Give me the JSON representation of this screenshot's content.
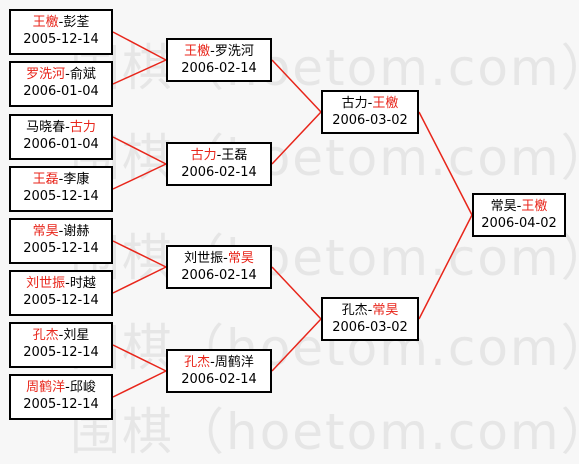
{
  "watermark": "围棋（hoetom.com）",
  "colors": {
    "winner": "#e8261b",
    "text": "#000000",
    "line": "#e8261b",
    "border": "#000000"
  },
  "matches": [
    {
      "id": "r1m1",
      "round": 1,
      "p1": "王檄",
      "p2": "彭荃",
      "winner": 1,
      "date": "2005-12-14"
    },
    {
      "id": "r1m2",
      "round": 1,
      "p1": "罗洗河",
      "p2": "俞斌",
      "winner": 1,
      "date": "2006-01-04"
    },
    {
      "id": "r1m3",
      "round": 1,
      "p1": "马晓春",
      "p2": "古力",
      "winner": 2,
      "date": "2006-01-04"
    },
    {
      "id": "r1m4",
      "round": 1,
      "p1": "王磊",
      "p2": "李康",
      "winner": 1,
      "date": "2005-12-14"
    },
    {
      "id": "r1m5",
      "round": 1,
      "p1": "常昊",
      "p2": "谢赫",
      "winner": 1,
      "date": "2005-12-14"
    },
    {
      "id": "r1m6",
      "round": 1,
      "p1": "刘世振",
      "p2": "时越",
      "winner": 1,
      "date": "2005-12-14"
    },
    {
      "id": "r1m7",
      "round": 1,
      "p1": "孔杰",
      "p2": "刘星",
      "winner": 1,
      "date": "2005-12-14"
    },
    {
      "id": "r1m8",
      "round": 1,
      "p1": "周鹤洋",
      "p2": "邱峻",
      "winner": 1,
      "date": "2005-12-14"
    },
    {
      "id": "r2m1",
      "round": 2,
      "p1": "王檄",
      "p2": "罗洗河",
      "winner": 1,
      "date": "2006-02-14"
    },
    {
      "id": "r2m2",
      "round": 2,
      "p1": "古力",
      "p2": "王磊",
      "winner": 1,
      "date": "2006-02-14"
    },
    {
      "id": "r2m3",
      "round": 2,
      "p1": "刘世振",
      "p2": "常昊",
      "winner": 2,
      "date": "2006-02-14"
    },
    {
      "id": "r2m4",
      "round": 2,
      "p1": "孔杰",
      "p2": "周鹤洋",
      "winner": 1,
      "date": "2006-02-14"
    },
    {
      "id": "r3m1",
      "round": 3,
      "p1": "古力",
      "p2": "王檄",
      "winner": 2,
      "date": "2006-03-02"
    },
    {
      "id": "r3m2",
      "round": 3,
      "p1": "孔杰",
      "p2": "常昊",
      "winner": 2,
      "date": "2006-03-02"
    },
    {
      "id": "r4m1",
      "round": 4,
      "p1": "常昊",
      "p2": "王檄",
      "winner": 2,
      "date": "2006-04-02"
    }
  ]
}
